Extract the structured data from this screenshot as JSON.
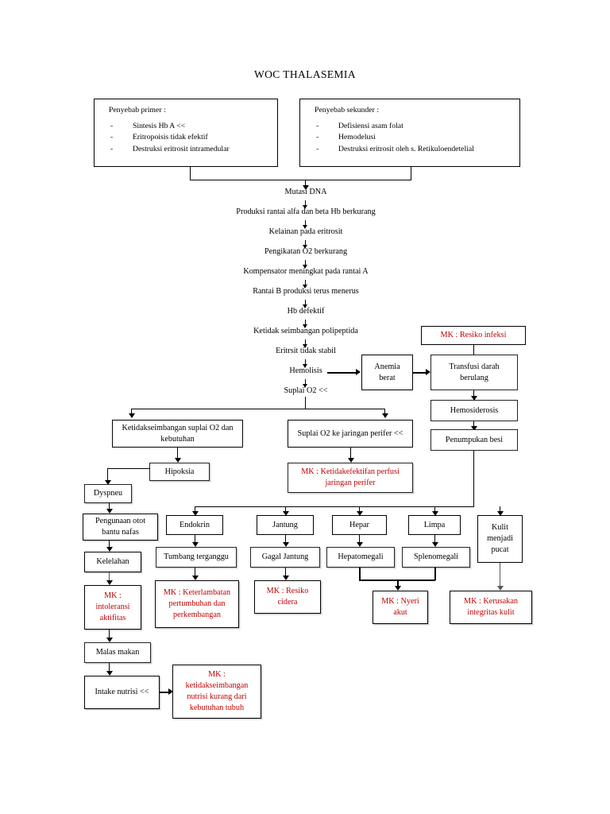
{
  "title": "WOC THALASEMIA",
  "colors": {
    "accent_red": "#C00000",
    "text": "#000000",
    "background": "#FFFFFF",
    "line": "#000000"
  },
  "cause_boxes": [
    {
      "id": "penyebab-primer",
      "heading": "Penyebab primer :",
      "items": [
        "Sintesis Hb A <<",
        "Eritropoisis tidak efektif",
        "Destruksi eritrosit intramedular"
      ]
    },
    {
      "id": "penyebab-sekunder",
      "heading": "Penyebab sekunder :",
      "items": [
        "Defisiensi asam folat",
        "Hemodelusi",
        "Destruksi eritrosit oleh s. Retikuloendetelial"
      ]
    }
  ],
  "chain": [
    "Mutasi DNA",
    "Produksi rantai alfa dan beta Hb berkurang",
    "Kelainan pada eritrosit",
    "Pengikatan O2 berkurang",
    "Kompensator meningkat pada rantai A",
    "Rantai B produksi terus menerus",
    "Hb defektif",
    "Ketidak seimbangan polipeptida",
    "Eritrsit tidak stabil",
    "Hemolisis",
    "Suplai O2 <<"
  ],
  "right_branch": {
    "anemia": "Anemia berat",
    "transfusi": "Transfusi darah berulang",
    "mk_infeksi": "MK : Resiko infeksi",
    "hemosiderosis": "Hemosiderosis",
    "penumpukan": "Penumpukan besi"
  },
  "mid_branch": {
    "ketidakseimbangan": "Ketidakseimbangan suplai O2 dan kebutuhan",
    "suplai_perifer": "Suplai O2 ke jaringan perifer <<",
    "hipoksia": "Hipoksia",
    "mk_perfusi": "MK : Ketidakefektifan perfusi jaringan perifer"
  },
  "left_chain": {
    "dyspneu": "Dyspneu",
    "otot": "Pengunaan otot bantu nafas",
    "kelelahan": "Kelelahan",
    "mk_intoleransi": "MK : intoleransi aktifitas",
    "malas": "Malas makan",
    "intake": "Intake nutrisi <<",
    "mk_nutrisi": "MK : ketidakseimbangan nutrisi kurang  dari kebutuhan tubuh"
  },
  "organ_columns": [
    {
      "organ": "Endokrin",
      "effect": "Tumbang terganggu",
      "mk": "MK : Keterlambatan pertumbuhan dan perkembangan"
    },
    {
      "organ": "Jantung",
      "effect": "Gagal Jantung",
      "mk": "MK : Resiko cidera"
    },
    {
      "organ": "Hepar",
      "effect": "Hepatomegali",
      "mk": "MK : Nyeri akut"
    },
    {
      "organ": "Limpa",
      "effect": "Splenomegali",
      "mk": ""
    },
    {
      "organ": "Kulit menjadi pucat",
      "effect": "",
      "mk": "MK : Kerusakan integritas kulit"
    }
  ]
}
